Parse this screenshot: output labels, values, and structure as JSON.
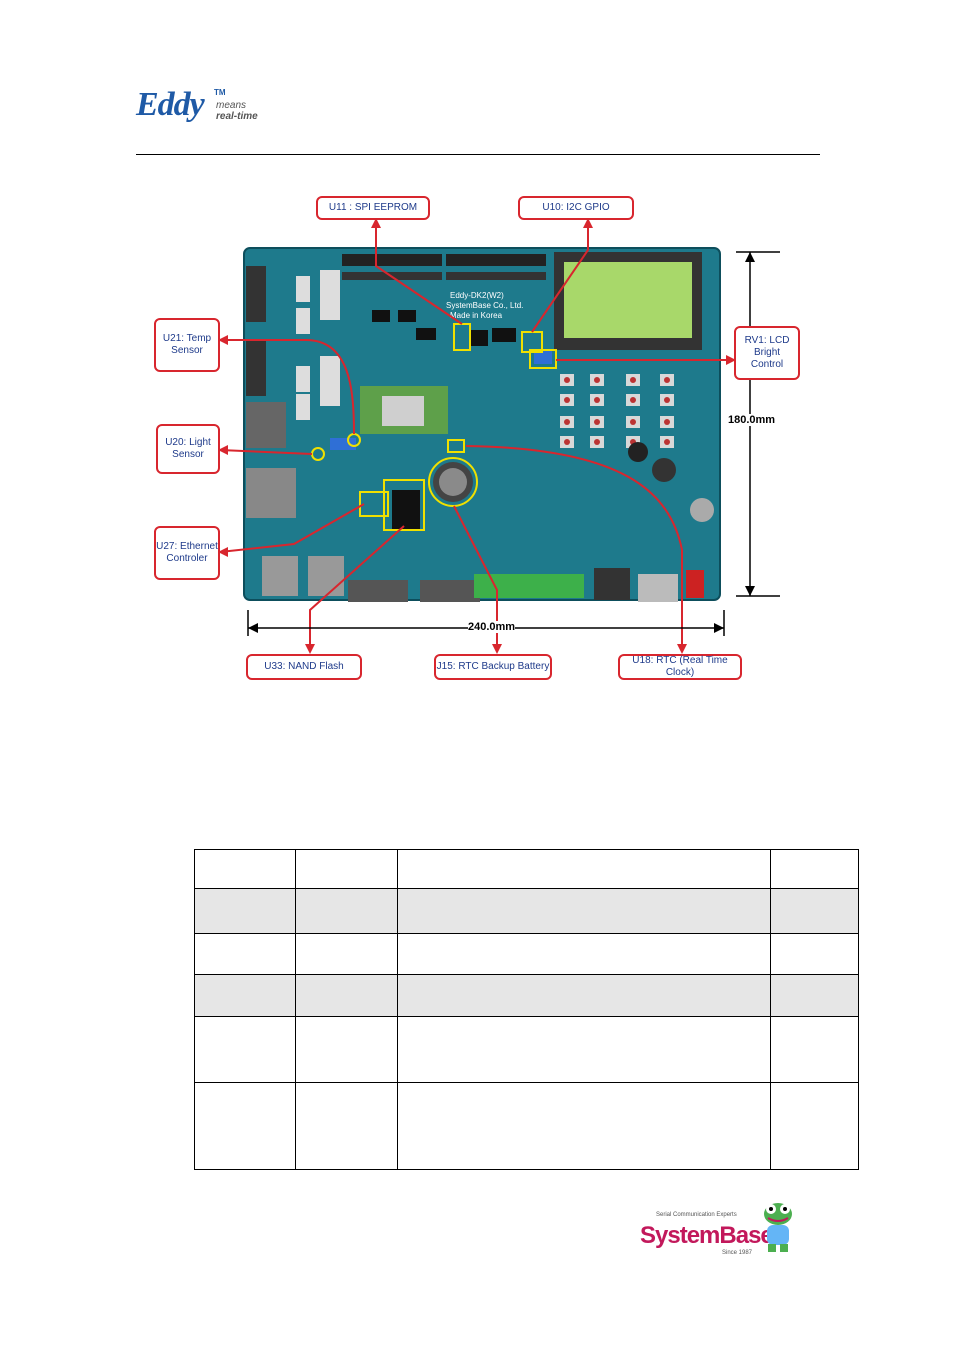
{
  "header": {
    "logo_text": "Eddy",
    "logo_tm": "TM",
    "logo_tagline_1": "means",
    "logo_tagline_2": "real-time"
  },
  "figure": {
    "callouts": {
      "u11": "U11 : SPI EEPROM",
      "u10": "U10: I2C GPIO",
      "u21_line1": "U21: Temp",
      "u21_line2": "Sensor",
      "rv1_line1": "RV1: LCD",
      "rv1_line2": "Bright",
      "rv1_line3": "Control",
      "u20_line1": "U20: Light",
      "u20_line2": "Sensor",
      "u27_line1": "U27: Ethernet",
      "u27_line2": "Controler",
      "u33": "U33: NAND Flash",
      "j15": "J15: RTC Backup Battery",
      "u18": "U18: RTC (Real Time Clock)"
    },
    "dimensions": {
      "height": "180.0mm",
      "width": "240.0mm"
    },
    "board_silkscreen": {
      "line1": "Eddy-DK2(W2)",
      "line2": "SystemBase Co., Ltd.",
      "line3": "Made in Korea"
    },
    "colors": {
      "pcb": "#1e7a8c",
      "callout_border": "#d8262e",
      "callout_text": "#1e3a8a",
      "highlight": "#f0e000",
      "lcd": "#a8d86a"
    }
  },
  "table": {
    "rows": [
      {
        "shaded": false,
        "cells": [
          "",
          "",
          "",
          ""
        ]
      },
      {
        "shaded": true,
        "cells": [
          "",
          "",
          "",
          ""
        ]
      },
      {
        "shaded": false,
        "cells": [
          "",
          "",
          "",
          ""
        ]
      },
      {
        "shaded": true,
        "cells": [
          "",
          "",
          "",
          ""
        ]
      },
      {
        "shaded": false,
        "cells": [
          "",
          "",
          "",
          ""
        ]
      },
      {
        "shaded": false,
        "cells": [
          "",
          "",
          "",
          ""
        ]
      }
    ]
  },
  "footer": {
    "company_name": "SystemBase",
    "tagline": "Serial Communication Experts",
    "since": "Since 1987"
  }
}
